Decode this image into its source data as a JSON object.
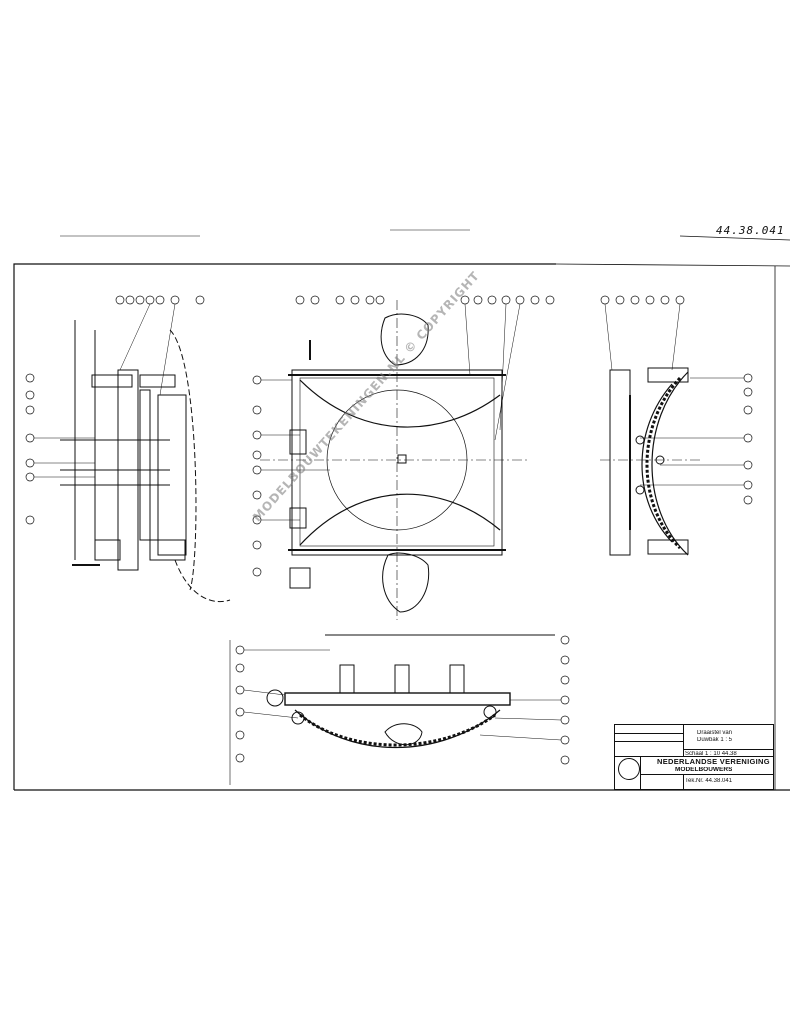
{
  "drawing": {
    "number": "44.38.041",
    "watermark": "MODELBOUWTEKENINGEN.NL © COPYRIGHT"
  },
  "title_block": {
    "row1": "",
    "row2": "",
    "row3": "",
    "row4": "",
    "subject_line1": "Draaistel van",
    "subject_line2": "Duwbak 1 : 5",
    "scale": "Schaal 1 : 10  44.38",
    "association_line1": "NEDERLANDSE VERENIGING",
    "association_line2": "MODELBOUWERS",
    "bottom_left": "",
    "bottom_right": "Tek.Nr. 44.38.041"
  },
  "colors": {
    "ink": "#111111",
    "paper": "#ffffff",
    "watermark": "#8a8a8a"
  }
}
